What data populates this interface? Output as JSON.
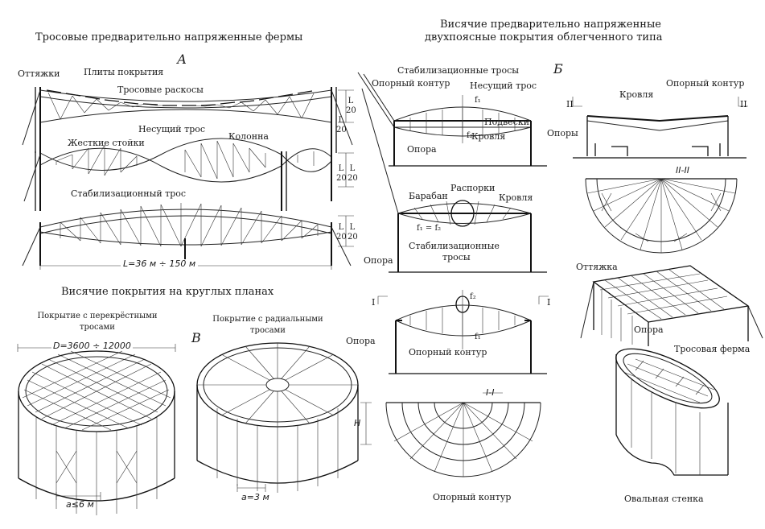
{
  "headings": {
    "cable_trusses": "Тросовые предварительно напряженные фермы",
    "suspended_double_1": "Висячие предварительно напряженные",
    "suspended_double_2": "двухпоясные покрытия облегченного типа",
    "circular_plans": "Висячие покрытия на круглых планах"
  },
  "letters": {
    "a": "А",
    "b": "Б",
    "v": "В"
  },
  "left_labels": {
    "guys": "Оттяжки",
    "roof_slabs": "Плиты покрытия",
    "cable_braces": "Тросовые раскосы",
    "bearing_cable": "Несущий трос",
    "rigid_posts": "Жесткие стойки",
    "column": "Колонна",
    "stab_cable": "Стабилизационный трос",
    "span": "L=36 м ÷ 150 м",
    "ratio_l": "L",
    "ratio_20": "20"
  },
  "circular": {
    "cross_title_1": "Покрытие с перекрёстными",
    "cross_title_2": "тросами",
    "radial_title_1": "Покрытие с радиальными",
    "radial_title_2": "тросами",
    "diameter": "D=3600 ÷ 12000",
    "step_a": "a≤6 м",
    "step_b": "a=3 м",
    "height": "H"
  },
  "middle": {
    "stab_cables": "Стабилизационные тросы",
    "support_contour": "Опорный контур",
    "bearing_cable": "Несущий трос",
    "f1": "f₁",
    "f2": "f₂",
    "hangers": "Подвески",
    "support": "Опора",
    "roofing": "Кровля",
    "drum": "Барабан",
    "struts": "Распорки",
    "f_eq": "f₁ = f₂",
    "stab_cables_b_1": "Стабилизационные",
    "stab_cables_b_2": "тросы",
    "section_mark": "I",
    "section_label": "I-I"
  },
  "right": {
    "roofing": "Кровля",
    "support_contour": "Опорный контур",
    "supports": "Опоры",
    "section_mark": "II",
    "section_label": "II-II",
    "guy": "Оттяжка",
    "support": "Опора",
    "cable_truss": "Тросовая ферма",
    "oval_wall": "Овальная стенка"
  }
}
